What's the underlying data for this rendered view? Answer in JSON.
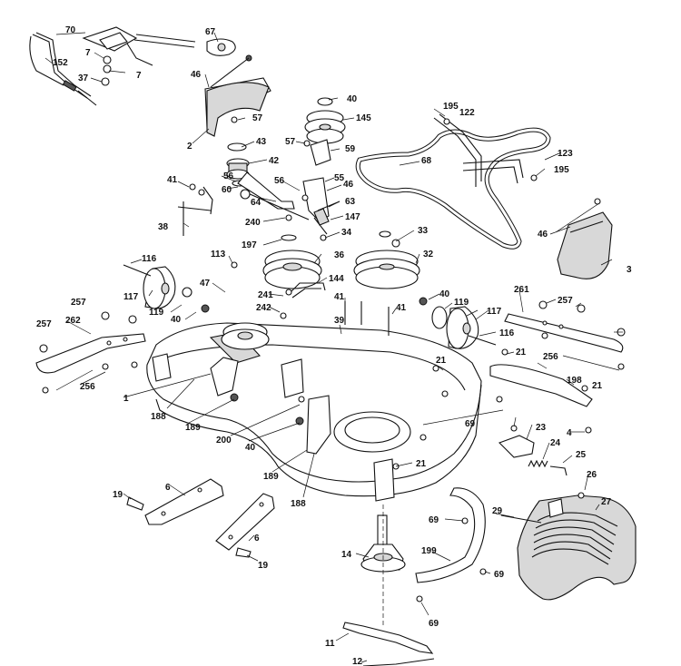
{
  "diagram": {
    "callouts": [
      "70",
      "67",
      "152",
      "7",
      "7",
      "37",
      "46",
      "40",
      "145",
      "57",
      "2",
      "43",
      "57",
      "42",
      "59",
      "195",
      "122",
      "68",
      "123",
      "195",
      "41",
      "56",
      "56",
      "55",
      "60",
      "46",
      "64",
      "63",
      "38",
      "240",
      "147",
      "197",
      "34",
      "33",
      "32",
      "116",
      "113",
      "36",
      "47",
      "144",
      "46",
      "3",
      "41",
      "39",
      "40",
      "119",
      "41",
      "261",
      "257",
      "117",
      "257",
      "262",
      "119",
      "40",
      "241",
      "242",
      "117",
      "257",
      "116",
      "21",
      "256",
      "256",
      "1",
      "198",
      "21",
      "188",
      "21",
      "189",
      "200",
      "40",
      "69",
      "4",
      "23",
      "24",
      "25",
      "21",
      "189",
      "188",
      "26",
      "19",
      "6",
      "69",
      "29",
      "27",
      "6",
      "19",
      "14",
      "199",
      "69",
      "69",
      "11",
      "12"
    ]
  }
}
